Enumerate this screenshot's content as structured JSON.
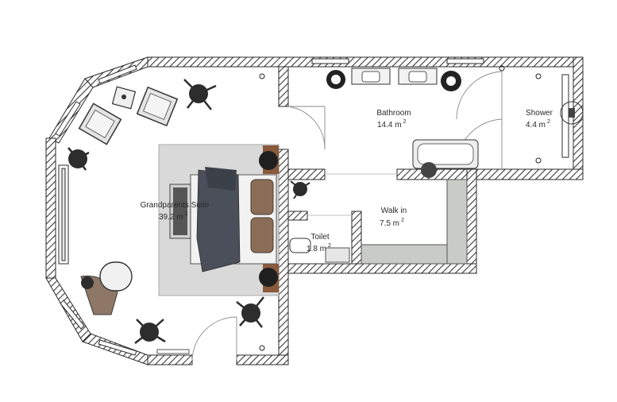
{
  "rooms": [
    {
      "id": "suite",
      "name": "Grandparents Suite",
      "area": "39.2 m",
      "sup": "2"
    },
    {
      "id": "bathroom",
      "name": "Bathroom",
      "area": "14.4 m",
      "sup": "2"
    },
    {
      "id": "shower",
      "name": "Shower",
      "area": "4.4 m",
      "sup": "2"
    },
    {
      "id": "walkin",
      "name": "Walk in",
      "area": "7.5 m",
      "sup": "2"
    },
    {
      "id": "toilet",
      "name": "Toilet",
      "area": "1.8 m",
      "sup": "2"
    }
  ],
  "colors": {
    "wall_outline": "#2b2b2b",
    "hatch": "#3a3a3a",
    "rug": "#d9d9d9",
    "bed_cover": "#4a4f5a",
    "nightstand": "#8a5a3c",
    "counter": "#c9ccc6",
    "plant": "#2d2d2d"
  },
  "icons": [
    "ceiling-light-icon",
    "plant-icon",
    "armchair-icon",
    "sink-icon",
    "bathtub-icon",
    "toilet-icon",
    "lamp-icon"
  ]
}
